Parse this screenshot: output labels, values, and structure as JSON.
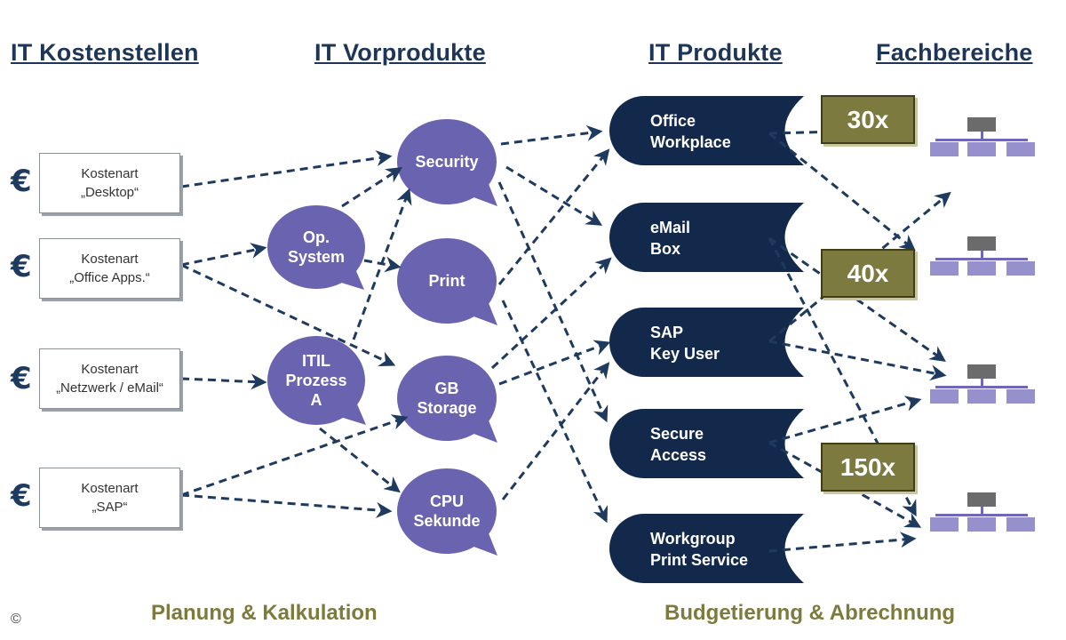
{
  "headers": {
    "kostenstellen": "IT Kostenstellen",
    "vorprodukte": "IT Vorprodukte",
    "produkte": "IT Produkte",
    "fachbereiche": "Fachbereiche"
  },
  "cost_types": [
    {
      "symbol": "€",
      "line1": "Kostenart",
      "line2": "„Desktop“"
    },
    {
      "symbol": "€",
      "line1": "Kostenart",
      "line2": "„Office Apps.“"
    },
    {
      "symbol": "€",
      "line1": "Kostenart",
      "line2": "„Netzwerk / eMail“"
    },
    {
      "symbol": "€",
      "line1": "Kostenart",
      "line2": "„SAP“"
    }
  ],
  "intermediate": [
    {
      "label": "Op.\nSystem"
    },
    {
      "label": "ITIL\nProzess\nA"
    }
  ],
  "vorprodukte": [
    {
      "label": "Security"
    },
    {
      "label": "Print"
    },
    {
      "label": "GB\nStorage"
    },
    {
      "label": "CPU\nSekunde"
    }
  ],
  "products": [
    {
      "label": "Office\nWorkplace"
    },
    {
      "label": "eMail\nBox"
    },
    {
      "label": "SAP\nKey User"
    },
    {
      "label": "Secure\nAccess"
    },
    {
      "label": "Workgroup\nPrint Service"
    }
  ],
  "multipliers": [
    "30x",
    "40x",
    "150x"
  ],
  "footer": {
    "left": "Planung & Kalkulation",
    "right": "Budgetierung & Abrechnung"
  },
  "copyright": "©",
  "colors": {
    "header_text": "#1d3557",
    "bubble_fill": "#6a63b0",
    "product_fill": "#13294b",
    "multiplier_fill": "#7c7a3f",
    "footer_text": "#7d7a3d",
    "arrow": "#1f3a5f",
    "department_icon": "#9690cc"
  },
  "icons": {
    "currency": "euro-icon",
    "department": "org-chart-icon"
  }
}
